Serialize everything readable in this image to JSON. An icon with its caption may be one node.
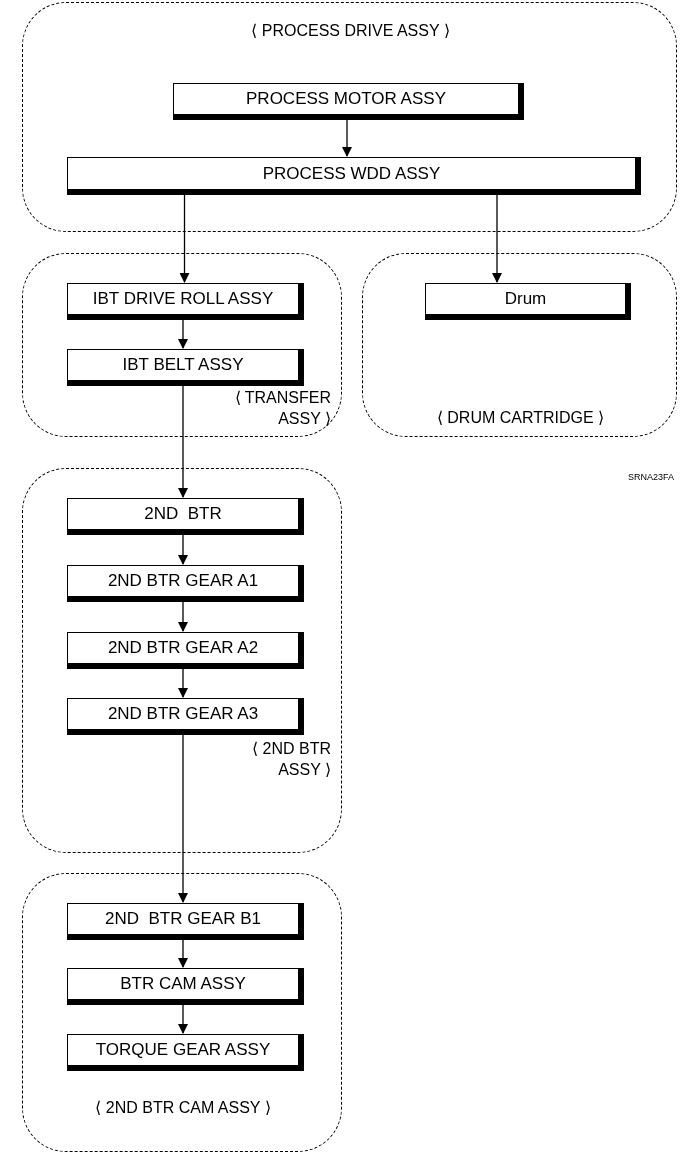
{
  "diagram": {
    "nodes": [
      {
        "text": [
          "⟨ PROCESS DRIVE ASSY ⟩"
        ]
      },
      {
        "text": [
          "PROCESS MOTOR ASSY"
        ],
        "in": 0
      },
      {
        "text": [
          "PROCESS WDD ASSY"
        ],
        "in": 0
      },
      {
        "text": [
          "⟨ TRANSFER ASSY ⟩"
        ]
      },
      {
        "text": [
          "IBT DRIVE ROLL ASSY"
        ],
        "in": 3
      },
      {
        "text": [
          "IBT BELT ASSY"
        ],
        "in": 3
      },
      {
        "text": [
          "⟨ DRUM CARTRIDGE ⟩"
        ]
      },
      {
        "text": [
          "Drum"
        ],
        "in": 6
      },
      {
        "text": [
          "⟨ 2ND BTR ASSY ⟩"
        ]
      },
      {
        "text": [
          "2ND  BTR"
        ],
        "in": 8
      },
      {
        "text": [
          "2ND BTR GEAR A1"
        ],
        "in": 8
      },
      {
        "text": [
          "2ND BTR GEAR A2"
        ],
        "in": 8
      },
      {
        "text": [
          "2ND BTR GEAR A3"
        ],
        "in": 8
      },
      {
        "text": [
          "⟨ 2ND BTR CAM ASSY ⟩"
        ]
      },
      {
        "text": [
          "2ND  BTR GEAR B1"
        ],
        "in": 13
      },
      {
        "text": [
          "BTR CAM ASSY"
        ],
        "in": 13
      },
      {
        "text": [
          "TORQUE GEAR ASSY"
        ],
        "in": 13
      }
    ],
    "edges": [
      {
        "from": 1,
        "to": 2,
        "arrow": "to"
      },
      {
        "from": 2,
        "to": 4,
        "arrow": "to"
      },
      {
        "from": 2,
        "to": 7,
        "arrow": "to"
      },
      {
        "from": 4,
        "to": 5,
        "arrow": "to"
      },
      {
        "from": 5,
        "to": 9,
        "arrow": "to"
      },
      {
        "from": 9,
        "to": 10,
        "arrow": "to"
      },
      {
        "from": 10,
        "to": 11,
        "arrow": "to"
      },
      {
        "from": 11,
        "to": 12,
        "arrow": "to"
      },
      {
        "from": 12,
        "to": 14,
        "arrow": "to"
      },
      {
        "from": 14,
        "to": 15,
        "arrow": "to"
      },
      {
        "from": 15,
        "to": 16,
        "arrow": "to"
      }
    ],
    "labels": [
      "SRNA23FA"
    ]
  }
}
